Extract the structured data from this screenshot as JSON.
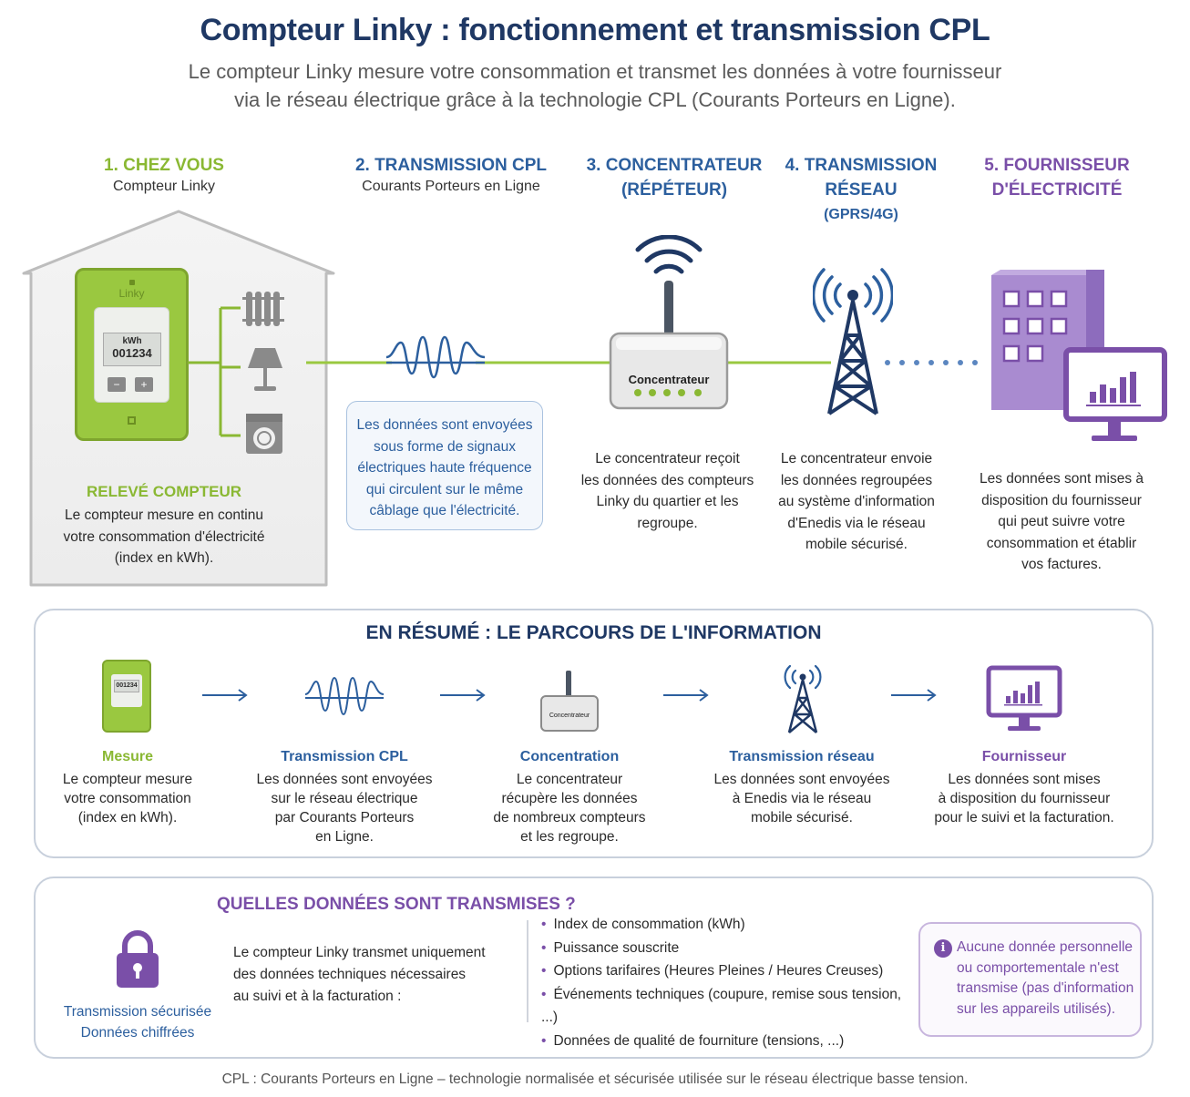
{
  "header": {
    "title": "Compteur Linky : fonctionnement et transmission CPL",
    "subtitle_line1": "Le compteur Linky mesure votre consommation et transmet les données à votre fournisseur",
    "subtitle_line2": "via le réseau électrique grâce à la technologie CPL (Courants Porteurs en Ligne)."
  },
  "steps": {
    "s1": {
      "title": "1. CHEZ VOUS",
      "sub": "Compteur Linky"
    },
    "s2": {
      "title": "2. TRANSMISSION CPL",
      "sub": "Courants Porteurs en Ligne"
    },
    "s3": {
      "title_l1": "3. CONCENTRATEUR",
      "title_l2": "(RÉPÉTEUR)"
    },
    "s4": {
      "title_l1": "4. TRANSMISSION",
      "title_l2": "RÉSEAU",
      "sub": "(GPRS/4G)"
    },
    "s5": {
      "title_l1": "5. FOURNISSEUR",
      "title_l2": "D'ÉLECTRICITÉ"
    }
  },
  "meter": {
    "brand": "Linky",
    "unit": "kWh",
    "index": "001234",
    "minus": "−",
    "plus": "+"
  },
  "concentrator_label": "Concentrateur",
  "descriptions": {
    "releve_title": "RELEVÉ COMPTEUR",
    "releve": [
      "Le compteur mesure en continu",
      "votre consommation d'électricité",
      "(index en kWh)."
    ],
    "cpl": [
      "Les données sont envoyées",
      "sous forme de signaux",
      "électriques haute fréquence",
      "qui circulent sur le même",
      "câblage que l'électricité."
    ],
    "concentrator": [
      "Le concentrateur reçoit",
      "les données des compteurs",
      "Linky du quartier et les",
      "regroupe."
    ],
    "network": [
      "Le concentrateur envoie",
      "les données regroupées",
      "au système d'information",
      "d'Enedis via le réseau",
      "mobile sécurisé."
    ],
    "supplier": [
      "Les données sont mises à",
      "disposition du fournisseur",
      "qui peut suivre votre",
      "consommation et établir",
      "vos factures."
    ]
  },
  "summary": {
    "title": "EN RÉSUMÉ : LE PARCOURS DE L'INFORMATION",
    "items": [
      {
        "label": "Mesure",
        "lines": [
          "Le compteur mesure",
          "votre consommation",
          "(index en kWh)."
        ]
      },
      {
        "label": "Transmission CPL",
        "lines": [
          "Les données sont envoyées",
          "sur le réseau électrique",
          "par Courants Porteurs",
          "en Ligne."
        ]
      },
      {
        "label": "Concentration",
        "lines": [
          "Le concentrateur",
          "récupère les données",
          "de nombreux compteurs",
          "et les regroupe."
        ]
      },
      {
        "label": "Transmission réseau",
        "lines": [
          "Les données sont envoyées",
          "à Enedis via le réseau",
          "mobile sécurisé."
        ]
      },
      {
        "label": "Fournisseur",
        "lines": [
          "Les données sont mises",
          "à disposition du fournisseur",
          "pour le suivi et la facturation."
        ]
      }
    ],
    "mini_meter_index": "001234",
    "mini_concentrator_label": "Concentrateur"
  },
  "data_section": {
    "title": "QUELLES DONNÉES SONT TRANSMISES ?",
    "secure_l1": "Transmission sécurisée",
    "secure_l2": "Données chiffrées",
    "intro": [
      "Le compteur Linky transmet uniquement",
      "des données techniques nécessaires",
      "au suivi et à la facturation :"
    ],
    "bullets": [
      "Index de consommation (kWh)",
      "Puissance souscrite",
      "Options tarifaires (Heures Pleines / Heures Creuses)",
      "Événements techniques (coupure, remise sous tension, ...)",
      "Données de qualité de fourniture (tensions, ...)"
    ],
    "info_icon": "i",
    "info": [
      "Aucune donnée personnelle",
      "ou comportementale n'est",
      "transmise (pas d'information",
      "sur les appareils utilisés)."
    ]
  },
  "footer": "CPL : Courants Porteurs en Ligne – technologie normalisée et sécurisée utilisée sur le réseau électrique basse tension.",
  "colors": {
    "navy": "#1f3864",
    "green": "#8ab833",
    "blue": "#2c5f9e",
    "purple": "#7a4fa8",
    "gray": "#888888"
  }
}
